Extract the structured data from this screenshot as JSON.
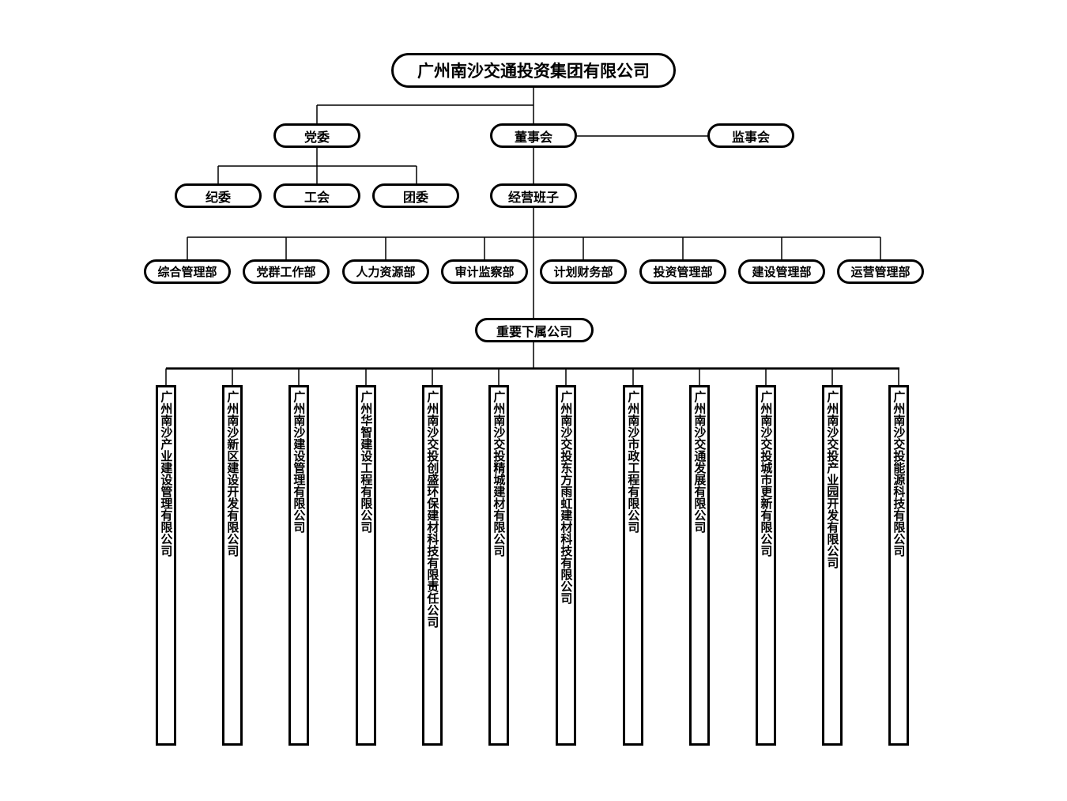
{
  "root": "广州南沙交通投资集团有限公司",
  "level2": {
    "party": "党委",
    "board": "董事会",
    "supervisors": "监事会"
  },
  "party_children": [
    "纪委",
    "工会",
    "团委"
  ],
  "management": "经营班子",
  "departments": [
    "综合管理部",
    "党群工作部",
    "人力资源部",
    "审计监察部",
    "计划财务部",
    "投资管理部",
    "建设管理部",
    "运营管理部"
  ],
  "subsidiaries_header": "重要下属公司",
  "subsidiaries": [
    "广州南沙产业建设管理有限公司",
    "广州南沙新区建设开发有限公司",
    "广州南沙建设管理有限公司",
    "广州华智建设工程有限公司",
    "广州南沙交投创盛环保建材科技有限责任公司",
    "广州南沙交投精城建材有限公司",
    "广州南沙交投东方雨虹建材科技有限公司",
    "广州南沙市政工程有限公司",
    "广州南沙交通发展有限公司",
    "广州南沙交投城市更新有限公司",
    "广州南沙交投产业园开发有限公司",
    "广州南沙交投能源科技有限公司"
  ]
}
